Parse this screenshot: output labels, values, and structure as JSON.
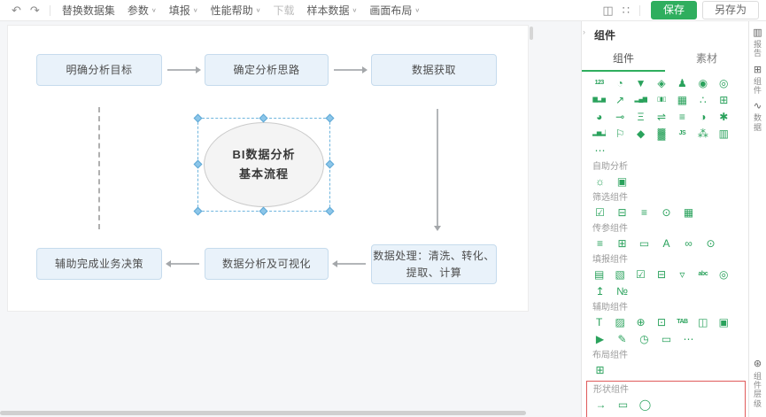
{
  "toolbar": {
    "undo_icon": "↶",
    "redo_icon": "↷",
    "items": [
      {
        "label": "替换数据集",
        "dropdown": false,
        "disabled": false
      },
      {
        "label": "参数",
        "dropdown": true,
        "disabled": false
      },
      {
        "label": "填报",
        "dropdown": true,
        "disabled": false
      },
      {
        "label": "性能帮助",
        "dropdown": true,
        "disabled": false
      },
      {
        "label": "下载",
        "dropdown": false,
        "disabled": true
      },
      {
        "label": "样本数据",
        "dropdown": true,
        "disabled": false
      },
      {
        "label": "画面布局",
        "dropdown": true,
        "disabled": false
      }
    ],
    "preview_icon": "◫",
    "fullscreen_icon": "∷",
    "save_label": "保存",
    "save_as_label": "另存为",
    "accent_color": "#2fae5e"
  },
  "flow": {
    "box_goal": "明确分析目标",
    "box_idea": "确定分析思路",
    "box_fetch": "数据获取",
    "ellipse_line1": "BI数据分析",
    "ellipse_line2": "基本流程",
    "box_decision": "辅助完成业务决策",
    "box_analysis": "数据分析及可视化",
    "box_process_line1": "数据处理：清洗、转化、",
    "box_process_line2": "提取、计算"
  },
  "panel": {
    "title": "组件",
    "collapse_icon": "›",
    "tabs": [
      {
        "label": "组件",
        "active": true
      },
      {
        "label": "素材",
        "active": false
      }
    ],
    "highlight_color": "#e05a5a",
    "sections": [
      {
        "label": "",
        "rows": [
          [
            {
              "name": "number-card",
              "glyph": "123"
            },
            {
              "name": "gauge",
              "glyph": "◔"
            },
            {
              "name": "funnel",
              "glyph": "▼"
            },
            {
              "name": "map",
              "glyph": "◈"
            },
            {
              "name": "user",
              "glyph": "♟"
            },
            {
              "name": "medal",
              "glyph": "◉"
            },
            {
              "name": "badge",
              "glyph": "◎"
            }
          ],
          [
            {
              "name": "bar-combo",
              "glyph": "▆▂▅"
            },
            {
              "name": "line-chart",
              "glyph": "↗"
            },
            {
              "name": "pyramid-chart",
              "glyph": "▂▄▆"
            },
            {
              "name": "people-chart",
              "glyph": "▯▮▯"
            },
            {
              "name": "table",
              "glyph": "▦"
            },
            {
              "name": "scatter",
              "glyph": "∴"
            },
            {
              "name": "matrix",
              "glyph": "⊞"
            }
          ],
          [
            {
              "name": "eye-chart",
              "glyph": "◕"
            },
            {
              "name": "flow-chart",
              "glyph": "⊸"
            },
            {
              "name": "h-bars",
              "glyph": "Ξ"
            },
            {
              "name": "slider-bars",
              "glyph": "⇌"
            },
            {
              "name": "list-chart",
              "glyph": "≡"
            },
            {
              "name": "pie",
              "glyph": "◑"
            },
            {
              "name": "rose-pie",
              "glyph": "✱"
            }
          ],
          [
            {
              "name": "audio-bars",
              "glyph": "▂▅▂▇"
            },
            {
              "name": "location-pin",
              "glyph": "⚐"
            },
            {
              "name": "cube-3d",
              "glyph": "◆"
            },
            {
              "name": "bar-3d",
              "glyph": "▓"
            },
            {
              "name": "js-component",
              "glyph": "JS"
            },
            {
              "name": "relation-graph",
              "glyph": "⁂"
            },
            {
              "name": "model-3d",
              "glyph": "▥"
            }
          ],
          [
            {
              "name": "more-charts",
              "glyph": "⋯"
            }
          ]
        ]
      },
      {
        "label": "自助分析",
        "rows": [
          [
            {
              "name": "smart-insight",
              "glyph": "☼"
            },
            {
              "name": "chat-analysis",
              "glyph": "▣"
            }
          ]
        ]
      },
      {
        "label": "筛选组件",
        "rows": [
          [
            {
              "name": "filter-checklist",
              "glyph": "☑"
            },
            {
              "name": "filter-tree",
              "glyph": "⊟"
            },
            {
              "name": "filter-list",
              "glyph": "≡"
            },
            {
              "name": "filter-toggle",
              "glyph": "⊙"
            },
            {
              "name": "filter-calendar",
              "glyph": "▦"
            }
          ]
        ]
      },
      {
        "label": "传参组件",
        "rows": [
          [
            {
              "name": "param-list",
              "glyph": "≡"
            },
            {
              "name": "param-tree",
              "glyph": "⊞"
            },
            {
              "name": "param-input",
              "glyph": "▭"
            },
            {
              "name": "param-text",
              "glyph": "A"
            },
            {
              "name": "param-link",
              "glyph": "∞"
            },
            {
              "name": "param-search",
              "glyph": "⊙"
            }
          ]
        ]
      },
      {
        "label": "填报组件",
        "rows": [
          [
            {
              "name": "entry-table",
              "glyph": "▤"
            },
            {
              "name": "entry-table-edit",
              "glyph": "▧"
            },
            {
              "name": "entry-checklist",
              "glyph": "☑"
            },
            {
              "name": "entry-tree",
              "glyph": "⊟"
            },
            {
              "name": "entry-dropdown",
              "glyph": "▿"
            },
            {
              "name": "entry-text",
              "glyph": "abc"
            },
            {
              "name": "entry-search",
              "glyph": "◎"
            }
          ],
          [
            {
              "name": "upload",
              "glyph": "↥"
            },
            {
              "name": "number-input",
              "glyph": "№"
            }
          ]
        ]
      },
      {
        "label": "辅助组件",
        "rows": [
          [
            {
              "name": "text-widget",
              "glyph": "T"
            },
            {
              "name": "image-widget",
              "glyph": "▨"
            },
            {
              "name": "web-widget",
              "glyph": "⊕"
            },
            {
              "name": "more-box",
              "glyph": "⊡"
            },
            {
              "name": "tab-widget",
              "glyph": "TAB"
            },
            {
              "name": "split-widget",
              "glyph": "◫"
            },
            {
              "name": "carousel-widget",
              "glyph": "▣"
            }
          ],
          [
            {
              "name": "video-widget",
              "glyph": "▶"
            },
            {
              "name": "note-widget",
              "glyph": "✎"
            },
            {
              "name": "timer-widget",
              "glyph": "◷"
            },
            {
              "name": "marquee-widget",
              "glyph": "▭"
            },
            {
              "name": "more-helpers",
              "glyph": "⋯"
            }
          ]
        ]
      },
      {
        "label": "布局组件",
        "rows": [
          [
            {
              "name": "grid-layout",
              "glyph": "⊞"
            }
          ]
        ]
      },
      {
        "label": "形状组件",
        "highlighted": true,
        "rows": [
          [
            {
              "name": "shape-arrow",
              "glyph": "→"
            },
            {
              "name": "shape-rectangle",
              "glyph": "▭"
            },
            {
              "name": "shape-circle",
              "glyph": "◯"
            }
          ]
        ]
      }
    ]
  },
  "rightbar": {
    "items": [
      {
        "label": "报告",
        "icon": "▥",
        "icon_name": "report-icon"
      },
      {
        "label": "组件",
        "icon": "⊞",
        "icon_name": "component-icon"
      },
      {
        "label": "数据",
        "icon": "∿",
        "icon_name": "data-icon"
      }
    ],
    "bottom_item": {
      "label": "组件层级",
      "icon": "⊛",
      "icon_name": "layers-icon"
    }
  }
}
